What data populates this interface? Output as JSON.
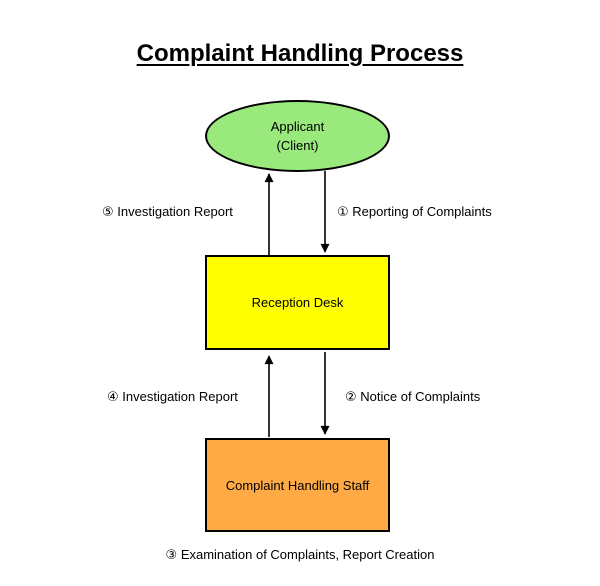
{
  "diagram": {
    "title": "Complaint Handling Process",
    "background": "#FFFFFF",
    "stroke_color": "#000000",
    "nodes": {
      "applicant": {
        "shape": "ellipse",
        "label_line1": "Applicant",
        "label_line2": "(Client)",
        "fill": "#99E97D"
      },
      "reception_desk": {
        "shape": "rectangle",
        "label": "Reception Desk",
        "fill": "#FFFF00"
      },
      "complaint_handling_staff": {
        "shape": "rectangle",
        "label": "Complaint Handling Staff",
        "fill": "#FFAA45"
      }
    },
    "edges": {
      "e1_reporting_of_complaints": {
        "label": "① Reporting of Complaints",
        "from": "applicant",
        "to": "reception_desk",
        "direction": "down"
      },
      "e2_notice_of_complaints": {
        "label": "② Notice of Complaints",
        "from": "reception_desk",
        "to": "complaint_handling_staff",
        "direction": "down"
      },
      "e3_examination_note": {
        "label": "③ Examination of Complaints, Report Creation"
      },
      "e4_investigation_report": {
        "label": "④ Investigation Report",
        "from": "complaint_handling_staff",
        "to": "reception_desk",
        "direction": "up"
      },
      "e5_investigation_report": {
        "label": "⑤ Investigation Report",
        "from": "reception_desk",
        "to": "applicant",
        "direction": "up"
      }
    }
  }
}
